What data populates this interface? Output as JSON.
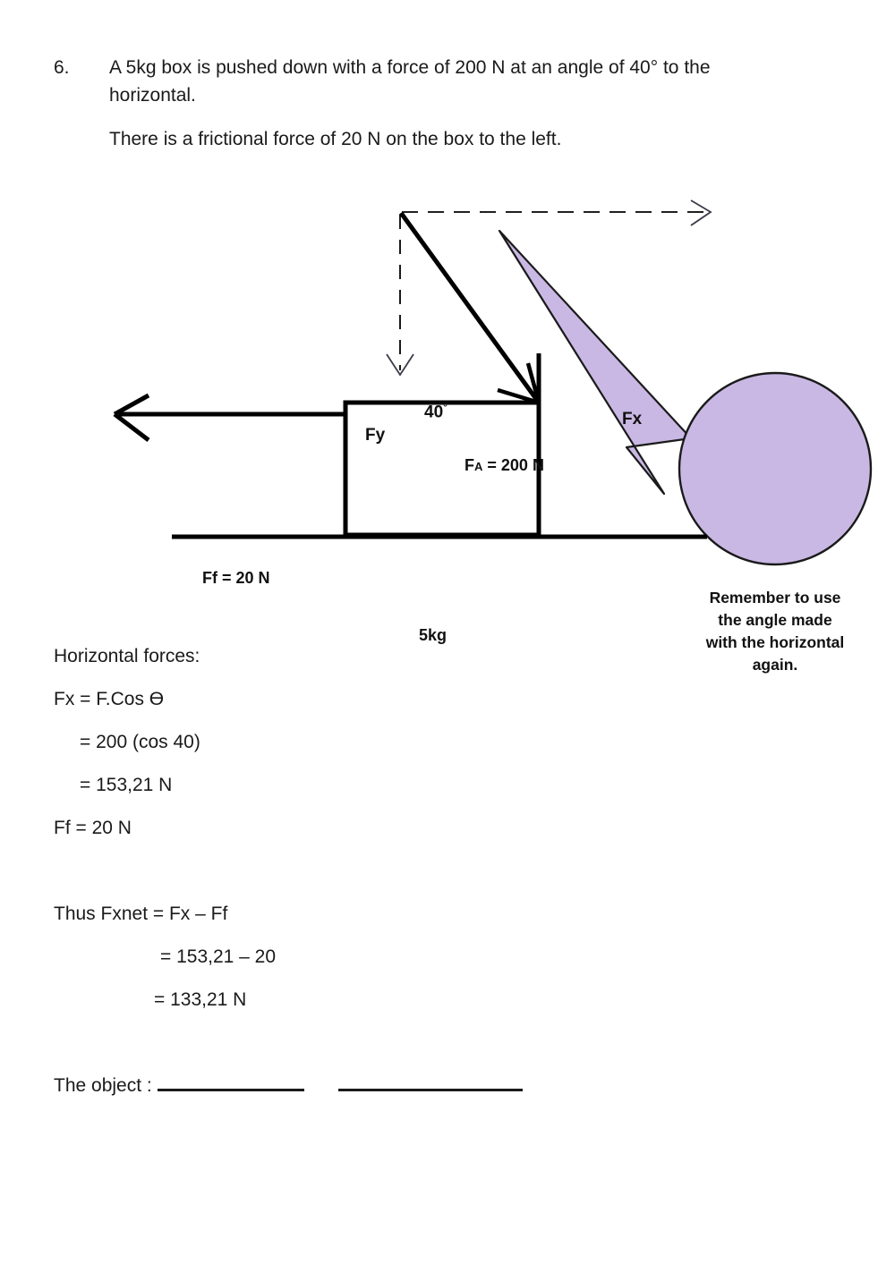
{
  "question": {
    "number": "6.",
    "text": "A 5kg box is pushed down with a force of 200 N at an angle of 40° to the horizontal.",
    "text2": "There is a frictional force of 20 N on the box to the left."
  },
  "diagram": {
    "angle_label": "40",
    "angle_unit": "°",
    "fy_label": "Fy",
    "fx_label": "Fx",
    "fa_label_main": "F",
    "fa_label_sub": "A",
    "fa_label_rest": " = 200 N",
    "ff_label": "Ff = 20 N",
    "mass_label": "5kg",
    "callout_text": "Remember to use the angle made with the horizontal again.",
    "colors": {
      "callout_fill": "#c9b8e4",
      "callout_stroke": "#1a1a1a",
      "vector_stroke": "#000000",
      "guide_stroke": "#000000"
    }
  },
  "solution": {
    "heading": "Horizontal forces:",
    "line_fx": "Fx = F.Cos Ө",
    "line_fx_sub1": "= 200 (cos 40)",
    "line_fx_sub2": "= 153,21 N",
    "line_ff": "Ff = 20 N",
    "line_net": "Thus Fxnet = Fx – Ff",
    "line_net_sub1": "= 153,21 – 20",
    "line_net_sub2": "= 133,21 N",
    "line_object": "The object :"
  },
  "chart_data": {
    "type": "diagram",
    "title": "Free-body force diagram of a 5 kg box on a horizontal surface",
    "forces": [
      {
        "name": "FA",
        "magnitude": 200,
        "unit": "N",
        "angle_deg": 40,
        "angle_reference": "horizontal",
        "direction": "down-right into box"
      },
      {
        "name": "Ff",
        "magnitude": 20,
        "unit": "N",
        "direction": "left"
      },
      {
        "name": "Fx",
        "magnitude": 153.21,
        "unit": "N",
        "direction": "right",
        "formula": "F·cos θ"
      },
      {
        "name": "Fy",
        "direction": "down",
        "note": "vertical component, dashed"
      },
      {
        "name": "Fxnet",
        "magnitude": 133.21,
        "unit": "N",
        "formula": "Fx − Ff"
      }
    ],
    "object": {
      "mass": 5,
      "unit": "kg"
    }
  }
}
